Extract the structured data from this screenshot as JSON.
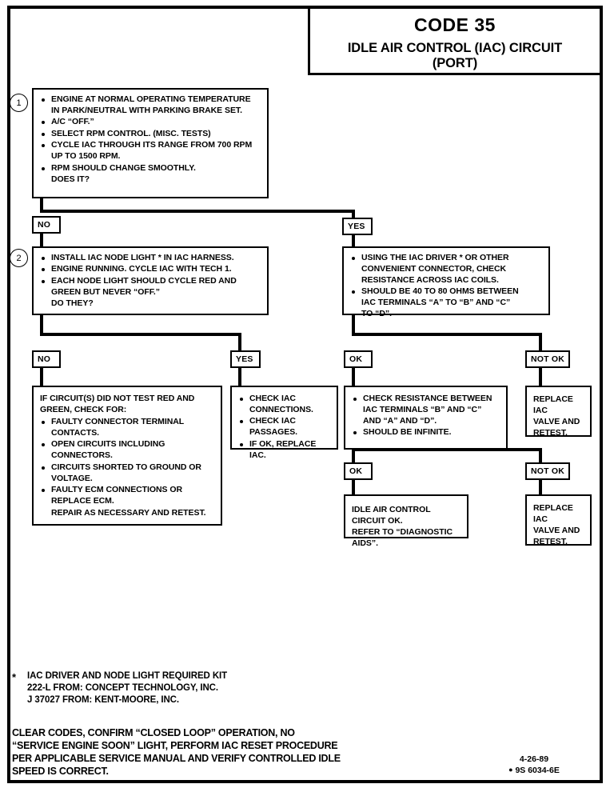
{
  "header": {
    "code_title": "CODE 35",
    "subtitle_line1": "IDLE AIR CONTROL (IAC) CIRCUIT",
    "subtitle_line2": "(PORT)"
  },
  "steps": {
    "step1_number": "1",
    "step2_number": "2"
  },
  "boxes": {
    "step1": {
      "items": [
        "ENGINE AT NORMAL OPERATING TEMPERATURE\nIN PARK/NEUTRAL WITH PARKING BRAKE SET.",
        "A/C “OFF.”",
        "SELECT RPM CONTROL.  (MISC. TESTS)",
        "CYCLE IAC THROUGH ITS RANGE FROM 700 RPM\nUP TO 1500 RPM.",
        "RPM SHOULD CHANGE SMOOTHLY.\nDOES IT?"
      ]
    },
    "step2": {
      "items": [
        "INSTALL IAC NODE LIGHT * IN IAC HARNESS.",
        "ENGINE RUNNING.  CYCLE IAC WITH TECH 1.",
        "EACH NODE LIGHT SHOULD CYCLE RED AND\nGREEN BUT NEVER “OFF.”\nDO THEY?"
      ]
    },
    "iac_driver": {
      "items": [
        "USING THE IAC DRIVER * OR OTHER\nCONVENIENT CONNECTOR, CHECK\nRESISTANCE ACROSS IAC COILS.",
        "SHOULD BE 40 TO 80 OHMS BETWEEN\nIAC TERMINALS “A” TO “B” AND “C”\nTO “D”."
      ]
    },
    "circuit_check": {
      "lead": "IF CIRCUIT(S) DID NOT TEST RED AND\nGREEN, CHECK FOR:",
      "items": [
        "FAULTY CONNECTOR TERMINAL\nCONTACTS.",
        "OPEN CIRCUITS INCLUDING\nCONNECTORS.",
        "CIRCUITS SHORTED TO GROUND OR\nVOLTAGE.",
        "FAULTY ECM CONNECTIONS OR\nREPLACE ECM."
      ],
      "tail": "REPAIR AS NECESSARY AND RETEST."
    },
    "check_iac": {
      "items": [
        "CHECK IAC\nCONNECTIONS.",
        "CHECK IAC\nPASSAGES.",
        "IF OK, REPLACE IAC."
      ]
    },
    "check_resistance": {
      "items": [
        "CHECK RESISTANCE BETWEEN\nIAC TERMINALS “B” AND “C”\nAND “A” AND “D”.",
        "SHOULD BE INFINITE."
      ]
    },
    "replace_iac_1": {
      "text": "REPLACE IAC\nVALVE AND\nRETEST."
    },
    "replace_iac_2": {
      "text": "REPLACE IAC\nVALVE AND\nRETEST."
    },
    "circuit_ok": {
      "text": "IDLE AIR CONTROL CIRCUIT OK.\nREFER TO “DIAGNOSTIC AIDS”."
    }
  },
  "labels": {
    "no_1": "NO",
    "yes_1": "YES",
    "no_2": "NO",
    "yes_2": "YES",
    "ok_1": "OK",
    "not_ok_1": "NOT OK",
    "ok_2": "OK",
    "not_ok_2": "NOT OK"
  },
  "footnote": {
    "star": "*",
    "text": "IAC DRIVER AND NODE LIGHT REQUIRED KIT\n222-L FROM:  CONCEPT TECHNOLOGY, INC.\nJ 37027 FROM:  KENT-MOORE, INC."
  },
  "bottom_note": {
    "text": "CLEAR CODES, CONFIRM “CLOSED LOOP” OPERATION, NO\n“SERVICE ENGINE SOON” LIGHT, PERFORM IAC RESET PROCEDURE\nPER APPLICABLE SERVICE MANUAL AND VERIFY CONTROLLED IDLE\nSPEED IS CORRECT."
  },
  "doc_code": {
    "date": "4-26-89",
    "dot": "●",
    "part": "9S 6034-6E"
  }
}
